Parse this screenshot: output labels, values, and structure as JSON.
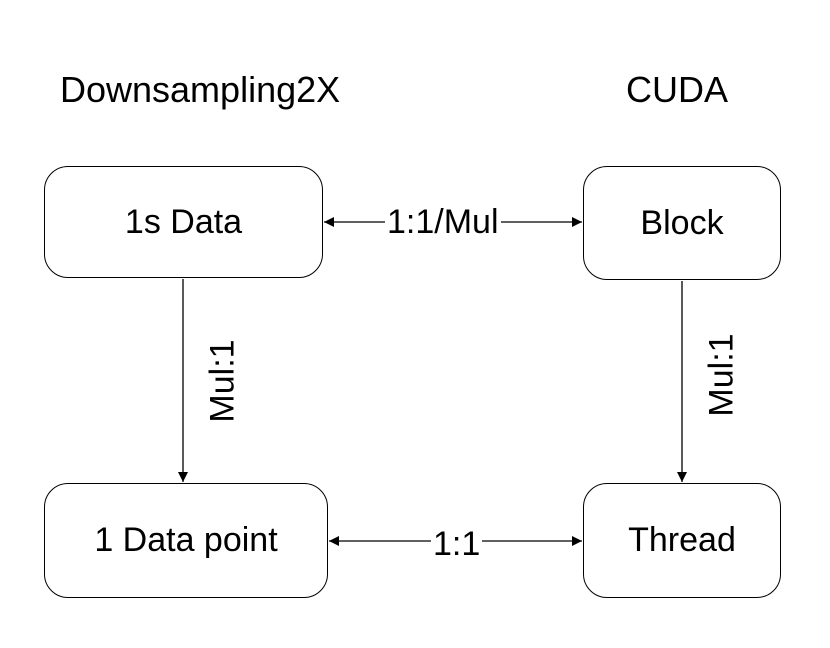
{
  "headings": {
    "left": "Downsampling2X",
    "right": "CUDA"
  },
  "nodes": {
    "top_left": "1s Data",
    "top_right": "Block",
    "bottom_left": "1 Data point",
    "bottom_right": "Thread"
  },
  "edges": {
    "top": "1:1/Mul",
    "bottom": "1:1",
    "left": "Mul:1",
    "right": "Mul:1"
  }
}
